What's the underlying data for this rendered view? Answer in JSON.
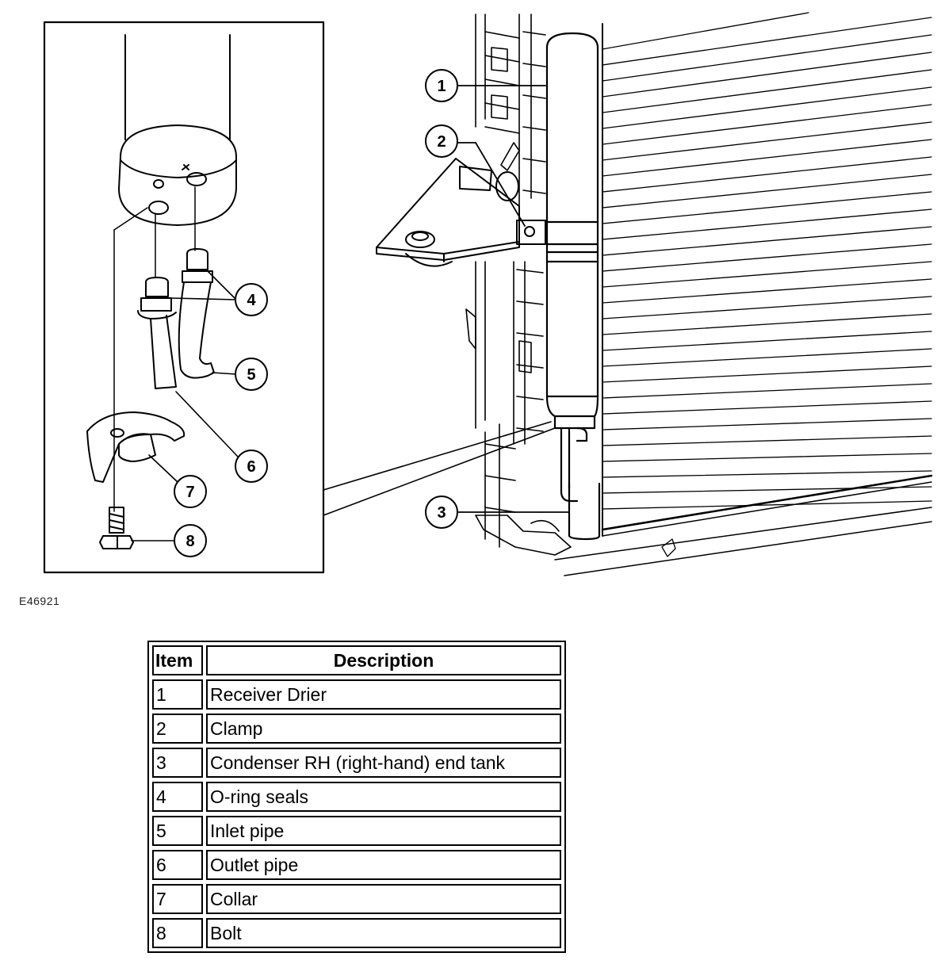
{
  "figure": {
    "id": "E46921",
    "callouts": [
      "1",
      "2",
      "3",
      "4",
      "5",
      "6",
      "7",
      "8"
    ]
  },
  "table": {
    "headers": {
      "item": "Item",
      "description": "Description"
    },
    "rows": [
      {
        "item": "1",
        "description": "Receiver Drier"
      },
      {
        "item": "2",
        "description": "Clamp"
      },
      {
        "item": "3",
        "description": "Condenser RH (right-hand) end tank"
      },
      {
        "item": "4",
        "description": "O-ring seals"
      },
      {
        "item": "5",
        "description": "Inlet pipe"
      },
      {
        "item": "6",
        "description": "Outlet pipe"
      },
      {
        "item": "7",
        "description": "Collar"
      },
      {
        "item": "8",
        "description": "Bolt"
      }
    ]
  }
}
